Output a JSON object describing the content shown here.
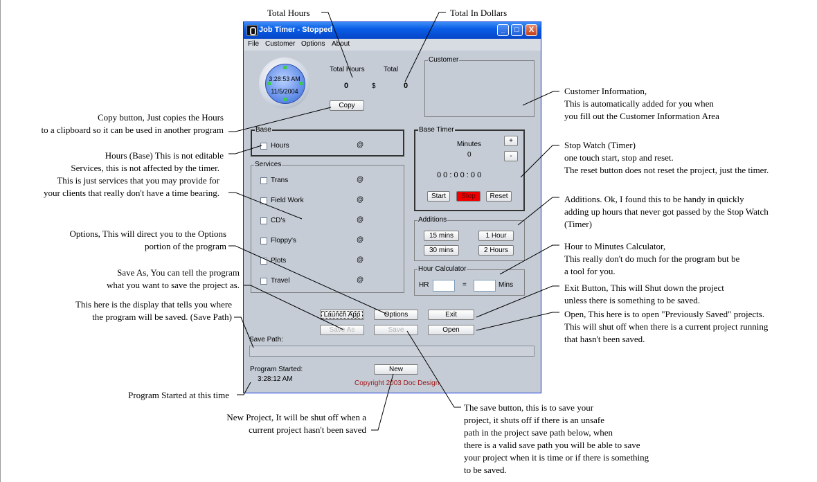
{
  "window": {
    "title": "Job Timer - Stopped",
    "buttons": {
      "minimize": "_",
      "maximize": "□",
      "close": "X"
    }
  },
  "menu": {
    "file": "File",
    "customer": "Customer",
    "options": "Options",
    "about": "About"
  },
  "clock": {
    "time": "3:28:53 AM",
    "date": "11/5/2004"
  },
  "totals": {
    "hours_label": "Total Hours",
    "total_label": "Total",
    "hours_value": "0",
    "currency": "$",
    "total_value": "0",
    "copy_label": "Copy"
  },
  "customer": {
    "group_label": "Customer"
  },
  "base": {
    "group_label": "Base",
    "hours_label": "Hours",
    "at": "@"
  },
  "services": {
    "group_label": "Services",
    "items": [
      {
        "label": "Trans",
        "at": "@"
      },
      {
        "label": "Field Work",
        "at": "@"
      },
      {
        "label": "CD's",
        "at": "@"
      },
      {
        "label": "Floppy's",
        "at": "@"
      },
      {
        "label": "Plots",
        "at": "@"
      },
      {
        "label": "Travel",
        "at": "@"
      }
    ]
  },
  "base_timer": {
    "group_label": "Base Timer",
    "minutes_label": "Minutes",
    "minutes_value": "0",
    "plus": "+",
    "minus": "-",
    "display": "0 0 : 0 0 : 0 0",
    "start": "Start",
    "stop": "Stop",
    "reset": "Reset"
  },
  "additions": {
    "group_label": "Additions",
    "b15": "15 mins",
    "b1h": "1 Hour",
    "b30": "30 mins",
    "b2h": "2 Hours"
  },
  "hour_calc": {
    "group_label": "Hour Calculator",
    "hr": "HR",
    "eq": "=",
    "mins": "Mins"
  },
  "actions": {
    "launch": "Launch App",
    "options": "Options",
    "exit": "Exit",
    "save_as": "Save As",
    "save": "Save",
    "open": "Open",
    "new": "New"
  },
  "save_path": {
    "label": "Save Path:"
  },
  "program": {
    "started_label": "Program Started:",
    "started_time": "3:28:12 AM"
  },
  "copyright": "Copyright 2003 Doc Design",
  "annotations": {
    "total_hours": "Total Hours",
    "total_dollars": "Total In Dollars",
    "customer_info": "Customer Information,\nThis is automatically added for you when\nyou fill out the Customer Information Area",
    "copy_button": "Copy button, Just copies the Hours\nto a clipboard so it can be used in another program",
    "hours_base": "Hours (Base) This is not editable",
    "services": "Services, this is not affected by the timer.\nThis is just services that you may provide for\nyour clients that really don't have a time bearing.",
    "stop_watch": "Stop Watch (Timer)\none touch start, stop and reset.\nThe reset button does not reset the project, just the timer.",
    "additions": "Additions. Ok, I found this to be handy in quickly\nadding up hours that never got passed by the Stop Watch\n(Timer)",
    "options": "Options, This will direct you to the Options\nportion of the program",
    "hour_calc": "Hour to Minutes Calculator,\nThis really don't do much for the program but be\na tool for you.",
    "save_as": "Save As, You can tell the program\nwhat you want to save the project as.",
    "exit": "Exit Button, This will Shut down the project\nunless there is something to be saved.",
    "save_path": "This here is the display that tells you where\nthe program will be saved. (Save Path)",
    "open": "Open, This here is to open \"Previously Saved\" projects.\nThis will shut off when there is a current project running\nthat hasn't been saved.",
    "program_started": "Program Started at this time",
    "new_project": "New Project, It will be shut off when a\ncurrent project hasn't been saved",
    "save_button": "The save button, this is to save your\nproject, it shuts off if there is an unsafe\npath in the project save path below, when\nthere is a valid save path you will be able to save\nyour project when it is time or if there is something\nto be saved."
  }
}
